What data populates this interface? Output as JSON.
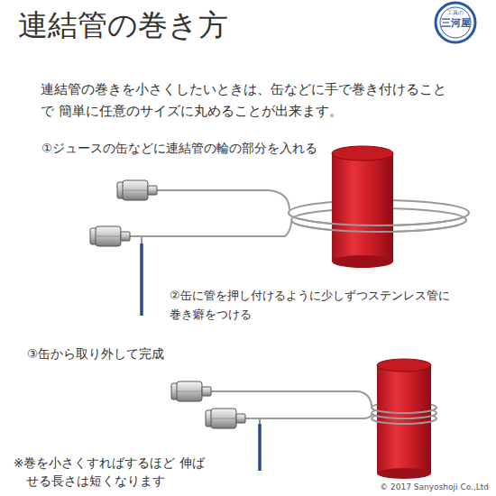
{
  "diagram": {
    "title": "連結管の巻き方",
    "labels": [
      "連結管の巻きを小さくしたいときは、缶などに手で巻き付けることで 簡単に任意のサイズに丸めることが出来ます。",
      "①ジュースの缶などに連結管の輪の部分を入れる",
      "②缶に管を押し付けるように少しずつステンレス管に 巻き癖をつける",
      "③缶から取り外して完成",
      "※巻を小さくすればするほど 伸ばせる長さは短くなります",
      "© 2017 Sanyoshoji Co.,Ltd",
      "工具の",
      "三河屋"
    ]
  }
}
